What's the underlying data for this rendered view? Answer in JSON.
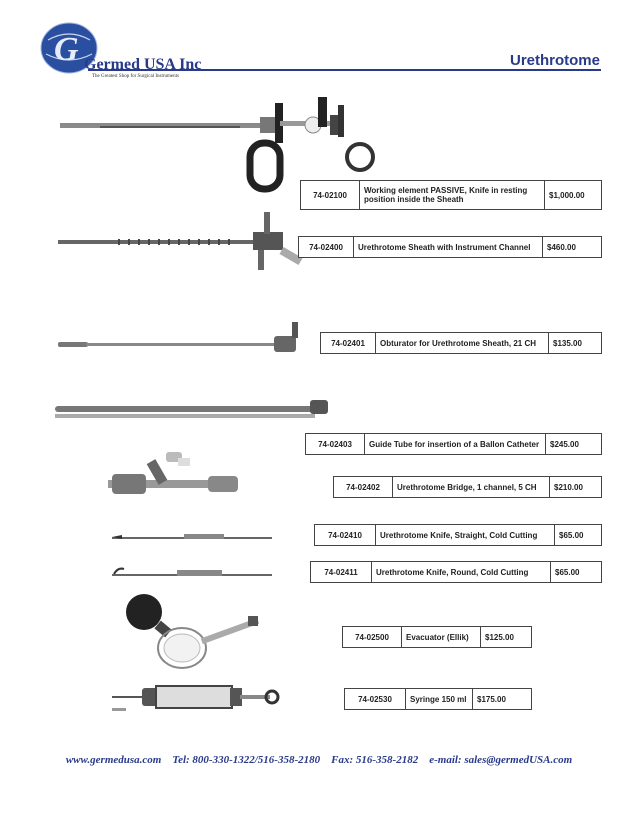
{
  "header": {
    "company": "Germed USA Inc",
    "tagline": "The Greatest Shop for Surgical Instruments",
    "title": "Urethrotome"
  },
  "products": [
    {
      "code": "74-02100",
      "description": "Working element PASSIVE, Knife in resting position inside the Sheath",
      "price": "$1,000.00"
    },
    {
      "code": "74-02400",
      "description": "Urethrotome Sheath with Instrument Channel",
      "price": "$460.00"
    },
    {
      "code": "74-02401",
      "description": "Obturator for Urethrotome Sheath, 21 CH",
      "price": "$135.00"
    },
    {
      "code": "74-02403",
      "description": "Guide Tube for insertion of a Ballon Catheter",
      "price": "$245.00"
    },
    {
      "code": "74-02402",
      "description": "Urethrotome Bridge, 1 channel, 5 CH",
      "price": "$210.00"
    },
    {
      "code": "74-02410",
      "description": "Urethrotome Knife, Straight, Cold Cutting",
      "price": "$65.00"
    },
    {
      "code": "74-02411",
      "description": "Urethrotome Knife, Round, Cold Cutting",
      "price": "$65.00"
    },
    {
      "code": "74-02500",
      "description": "Evacuator (Ellik)",
      "price": "$125.00"
    },
    {
      "code": "74-02530",
      "description": "Syringe 150 ml",
      "price": "$175.00"
    }
  ],
  "footer": {
    "website": "www.germedusa.com",
    "tel": "Tel: 800-330-1322/516-358-2180",
    "fax": "Fax: 516-358-2182",
    "email": "e-mail: sales@germedUSA.com"
  }
}
